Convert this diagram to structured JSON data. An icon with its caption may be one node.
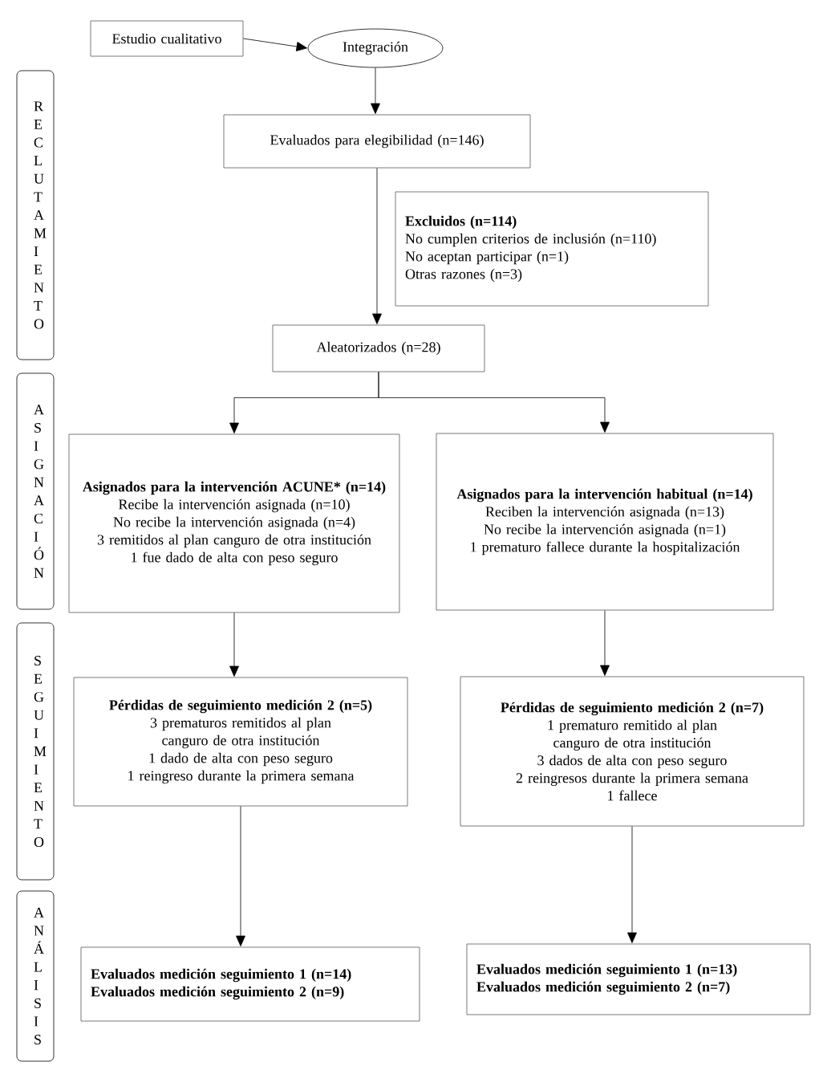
{
  "diagram": {
    "nodes": [
      {
        "text": [
          "Estudio cualitativo"
        ]
      },
      {
        "text": [
          "Integración"
        ]
      },
      {
        "text": [
          "Evaluados para elegibilidad (n=146)"
        ]
      },
      {
        "text": [
          "Excluidos (n=114)",
          "No cumplen criterios de inclusión (n=110)",
          "No aceptan participar (n=1)",
          "Otras razones (n=3)"
        ]
      },
      {
        "text": [
          "Aleatorizados (n=28)"
        ]
      },
      {
        "text": [
          "Asignados para la intervención ACUNE* (n=14)",
          "Recibe la intervención asignada (n=10)",
          "No recibe la intervención asignada (n=4)",
          "3 remitidos al plan canguro de otra institución",
          "1 fue dado de alta con peso seguro"
        ]
      },
      {
        "text": [
          "Asignados para la intervención habitual (n=14)",
          "Reciben la intervención asignada (n=13)",
          "No recibe la intervención asignada (n=1)",
          "1 prematuro fallece durante la hospitalización"
        ]
      },
      {
        "text": [
          "Pérdidas de seguimiento medición 2 (n=5)",
          "3 prematuros remitidos al plan canguro de otra institución",
          "1 dado de alta con peso seguro",
          "1 reingreso durante la primera semana"
        ]
      },
      {
        "text": [
          "Pérdidas de seguimiento medición 2 (n=7)",
          "1 prematuro remitido al plan canguro de otra institución",
          "3 dados de alta con peso seguro",
          "2 reingresos durante la primera semana",
          "1 fallece"
        ]
      },
      {
        "text": [
          "Evaluados medición seguimiento 1 (n=14)",
          "Evaluados medición seguimiento 2 (n=9)"
        ]
      },
      {
        "text": [
          "Evaluados medición seguimiento 1 (n=13)",
          "Evaluados medición seguimiento 2 (n=7)"
        ]
      },
      {
        "text": [
          "RECLUTAMIENTO"
        ]
      },
      {
        "text": [
          "ASIGNACIÓN"
        ]
      },
      {
        "text": [
          "SEGUIMIENTO"
        ]
      },
      {
        "text": [
          "ANÁLISIS"
        ]
      }
    ],
    "edges": [
      {
        "from": 0,
        "to": 1,
        "arrow": "to"
      },
      {
        "from": 1,
        "to": 2,
        "arrow": "to"
      },
      {
        "from": 2,
        "to": 4,
        "arrow": "to"
      },
      {
        "from": 4,
        "to": 5,
        "arrow": "to"
      },
      {
        "from": 4,
        "to": 6,
        "arrow": "to"
      },
      {
        "from": 5,
        "to": 7,
        "arrow": "to"
      },
      {
        "from": 6,
        "to": 8,
        "arrow": "to"
      },
      {
        "from": 7,
        "to": 9,
        "arrow": "to"
      },
      {
        "from": 8,
        "to": 10,
        "arrow": "to"
      }
    ]
  }
}
